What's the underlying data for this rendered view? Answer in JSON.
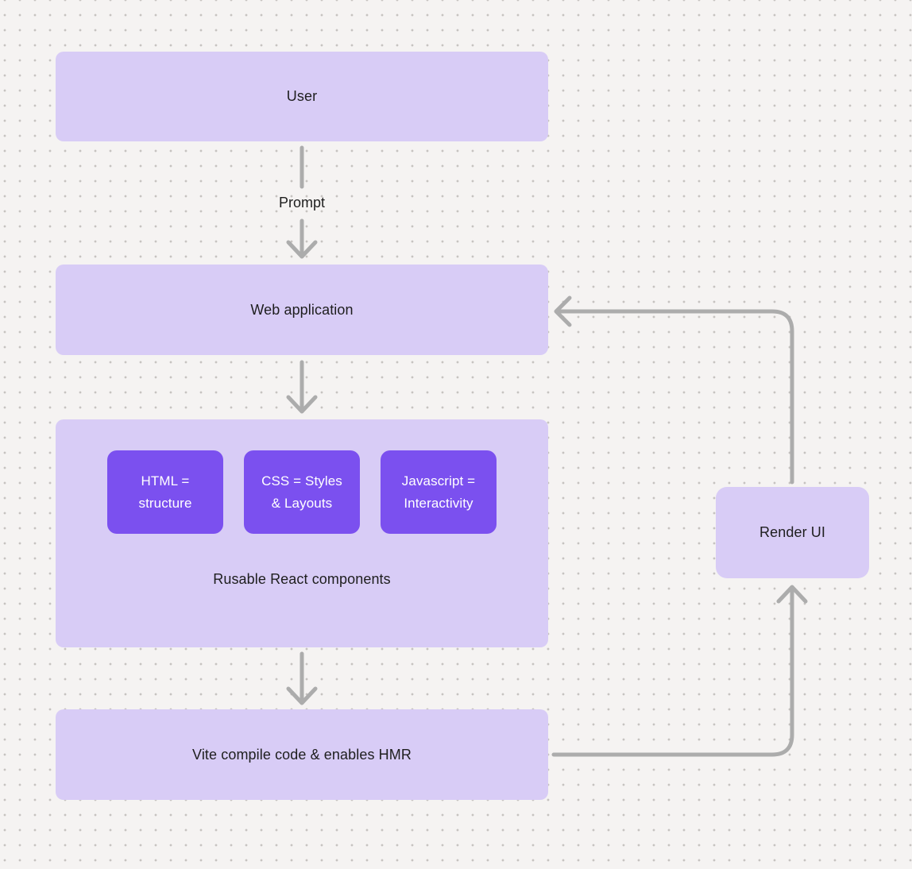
{
  "colors": {
    "canvas_bg": "#f5f3f2",
    "dot_grid": "#c6c3c0",
    "node_fill": "#d8ccf6",
    "chip_fill": "#7b50ef",
    "arrow": "#acacac",
    "label_text": "#1e1e1e",
    "chip_text": "#ffffff"
  },
  "nodes": {
    "user": {
      "label": "User"
    },
    "web_application": {
      "label": "Web application"
    },
    "components": {
      "caption": "Rusable React components",
      "chips": [
        {
          "label": "HTML =\nstructure"
        },
        {
          "label": "CSS = Styles\n& Layouts"
        },
        {
          "label": "Javascript =\nInteractivity"
        }
      ]
    },
    "vite": {
      "label": "Vite compile code & enables HMR"
    },
    "render_ui": {
      "label": "Render UI"
    }
  },
  "edges": {
    "prompt_label": "Prompt"
  }
}
